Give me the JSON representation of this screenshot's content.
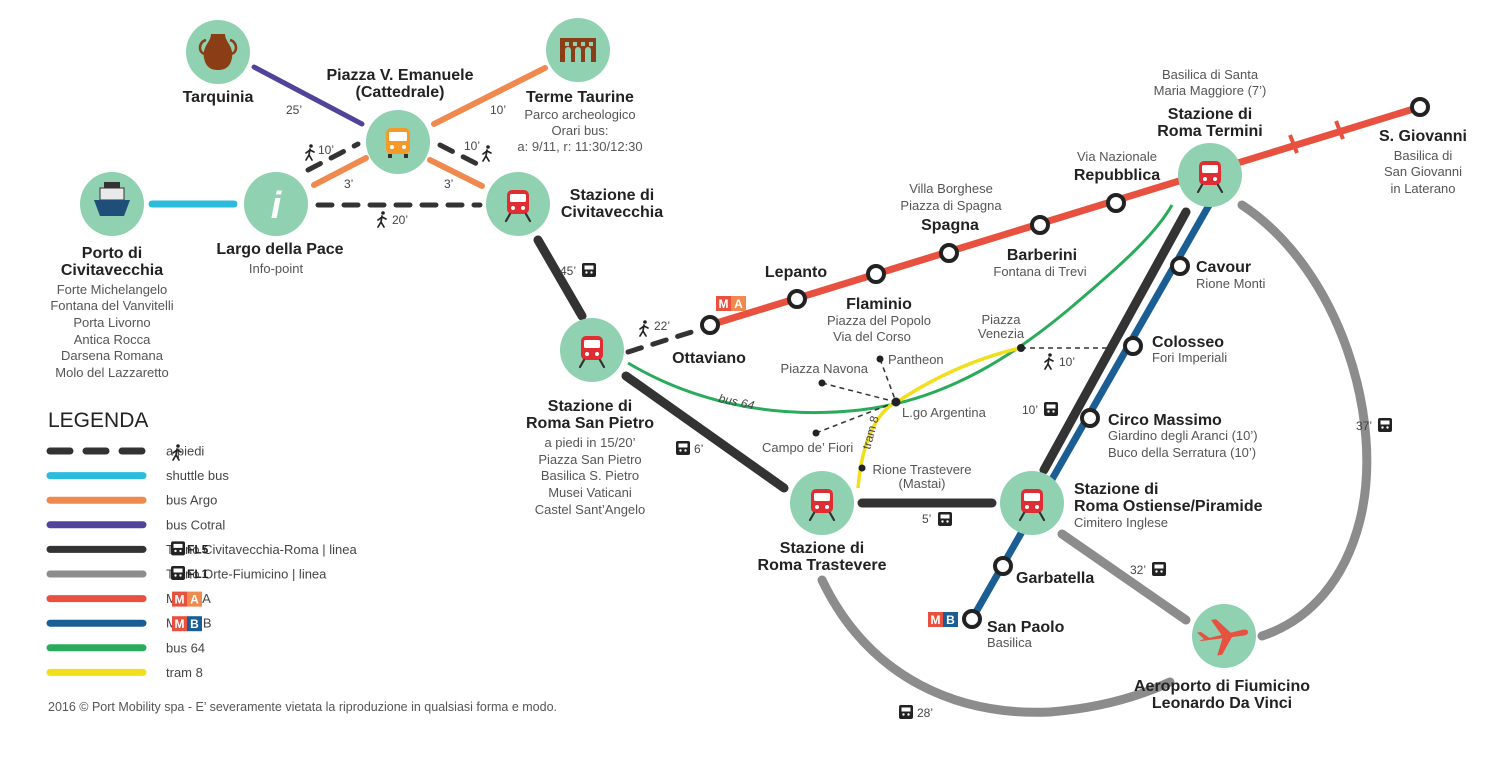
{
  "legend": {
    "title": "LEGENDA",
    "items": [
      {
        "label": "a piedi",
        "color": "#333333",
        "dashed": true,
        "icon": "walk-icon"
      },
      {
        "label": "shuttle bus",
        "color": "#2bbbdb"
      },
      {
        "label": "bus Argo",
        "color": "#f0894e"
      },
      {
        "label": "bus Cotral",
        "color": "#52439a"
      },
      {
        "label": "Treno Civitavecchia-Roma | linea",
        "color": "#333333",
        "icon": "train-icon",
        "tag": "FL5"
      },
      {
        "label": "Treno Orte-Fiumicino | linea",
        "color": "#8c8c8c",
        "icon": "train-icon",
        "tag": "FL1"
      },
      {
        "label": "Metro A",
        "color": "#e8513f",
        "badge": "A"
      },
      {
        "label": "Metro B",
        "color": "#1b5e93",
        "badge": "B"
      },
      {
        "label": "bus 64",
        "color": "#2aab5c"
      },
      {
        "label": "tram 8",
        "color": "#f2df1b"
      }
    ]
  },
  "footer": "2016 © Port Mobility spa - E’ severamente vietata la riproduzione in qualsiasi forma e modo.",
  "colors": {
    "walk": "#333333",
    "shuttle": "#2bbbdb",
    "argo": "#f0894e",
    "cotral": "#52439a",
    "fl5": "#333333",
    "fl1": "#8c8c8c",
    "metroA": "#e8513f",
    "metroB": "#1b5e93",
    "bus64": "#2aab5c",
    "tram8": "#f2df1b",
    "badgeBg": "#8fd1b1",
    "metroALogo": "#f0894e",
    "metroBLogo": "#1b5e93",
    "metroLogoM": "#e8513f"
  },
  "places": {
    "tarquinia": {
      "name": "Tarquinia"
    },
    "piazza_ve": {
      "name": "Piazza V. Emanuele",
      "sub": "(Cattedrale)"
    },
    "terme": {
      "name": "Terme Taurine",
      "lines": [
        "Parco archeologico",
        "Orari bus:",
        "a: 9/11, r: 11:30/12:30"
      ]
    },
    "porto": {
      "name": [
        "Porto di",
        "Civitavecchia"
      ],
      "lines": [
        "Forte Michelangelo",
        "Fontana del Vanvitelli",
        "Porta Livorno",
        "Antica Rocca",
        "Darsena Romana",
        "Molo del Lazzaretto"
      ]
    },
    "largo": {
      "name": "Largo della Pace",
      "lines": [
        "Info-point"
      ]
    },
    "civitavecchia": {
      "name": [
        "Stazione di",
        "Civitavecchia"
      ]
    },
    "san_pietro": {
      "name": [
        "Stazione di",
        "Roma San Pietro"
      ],
      "lines": [
        "a piedi in 15/20’",
        "Piazza San Pietro",
        "Basilica S. Pietro",
        "Musei Vaticani",
        "Castel Sant’Angelo"
      ]
    },
    "trastevere": {
      "name": [
        "Stazione di",
        "Roma Trastevere"
      ]
    },
    "ostiense": {
      "name": [
        "Stazione di",
        "Roma Ostiense/Piramide"
      ],
      "lines": [
        "Cimitero Inglese"
      ]
    },
    "fiumicino": {
      "name": [
        "Aeroporto di Fiumicino",
        "Leonardo Da Vinci"
      ]
    },
    "termini": {
      "name": [
        "Stazione di",
        "Roma Termini"
      ],
      "above": [
        "Basilica di Santa",
        "Maria Maggiore (7’)"
      ]
    }
  },
  "metroA": {
    "badge": "A",
    "stops": [
      {
        "name": "Ottaviano",
        "lines": []
      },
      {
        "name": "Lepanto",
        "lines": []
      },
      {
        "name": "Flaminio",
        "lines": [
          "Piazza del Popolo",
          "Via del Corso"
        ]
      },
      {
        "name": "Spagna",
        "above": [
          "Villa Borghese",
          "Piazza di Spagna"
        ]
      },
      {
        "name": "Barberini",
        "lines": [
          "Fontana di Trevi"
        ]
      },
      {
        "name": "Repubblica",
        "above": [
          "Via Nazionale"
        ]
      },
      {
        "name": "S. Giovanni",
        "lines": [
          "Basilica di",
          "San Giovanni",
          "in Laterano"
        ]
      }
    ]
  },
  "metroB": {
    "badge": "B",
    "stops": [
      {
        "name": "Cavour",
        "lines": [
          "Rione Monti"
        ]
      },
      {
        "name": "Colosseo",
        "lines": [
          "Fori Imperiali"
        ]
      },
      {
        "name": "Circo Massimo",
        "lines": [
          "Giardino degli Aranci (10’)",
          "Buco della Serratura (10’)"
        ]
      },
      {
        "name": "Garbatella",
        "lines": []
      },
      {
        "name": "San Paolo",
        "lines": [
          "Basilica"
        ]
      }
    ]
  },
  "stops_minor": {
    "piazza_venezia": [
      "Piazza",
      "Venezia"
    ],
    "pantheon": "Pantheon",
    "piazza_navona": "Piazza Navona",
    "largo_argentina": "L.go Argentina",
    "campo_fiori": "Campo de’ Fiori",
    "rione_trastevere": [
      "Rione Trastevere",
      "(Mastai)"
    ]
  },
  "times": {
    "tarq_piazza": "25’",
    "walk_largo_piazza": "10’",
    "argo_largo_piazza": "3’",
    "argo_terme": "10’",
    "walk_piazza_civ": "10’",
    "argo_piazza_civ": "3’",
    "walk_largo_civ": "20’",
    "civ_sanpietro": "45’",
    "walk_sanpietro_ott": "22’",
    "sanpietro_trast": "6’",
    "trast_ost": "5’",
    "walk_venezia_colosseo": "10’",
    "ost_termini": "10’",
    "ost_fiumicino": "32’",
    "termini_fiumicino": "37’",
    "trast_fiumicino": "28’"
  },
  "line_labels": {
    "bus64": "bus 64",
    "tram8": "tram 8"
  }
}
